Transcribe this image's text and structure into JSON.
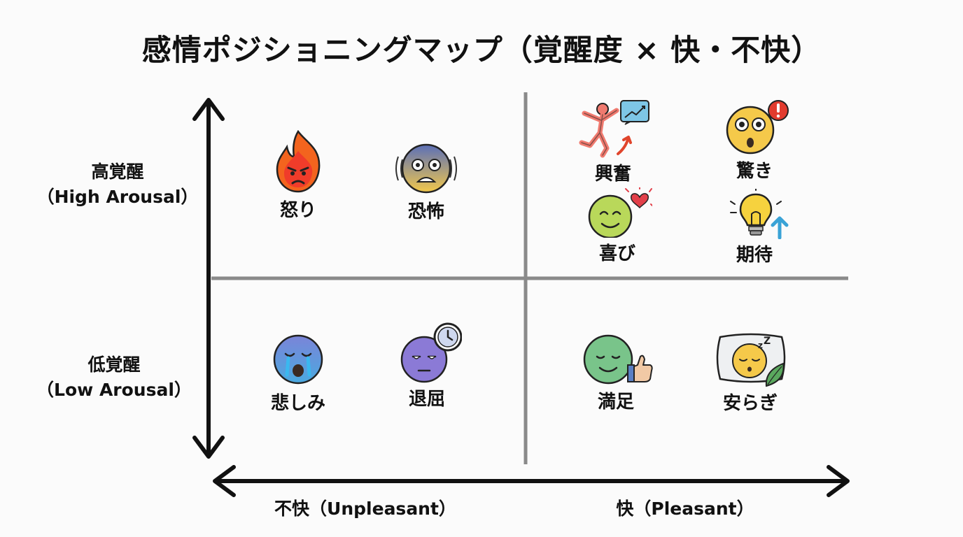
{
  "title": "感情ポジショニングマップ（覚醒度 × 快・不快）",
  "y_axis": {
    "high": {
      "line1": "高覚醒",
      "line2": "（High Arousal）"
    },
    "low": {
      "line1": "低覚醒",
      "line2": "（Low Arousal）"
    }
  },
  "x_axis": {
    "left": "不快（Unpleasant）",
    "right": "快（Pleasant）"
  },
  "emotions": {
    "anger": "怒り",
    "fear": "恐怖",
    "excitement": "興奮",
    "surprise": "驚き",
    "joy": "喜び",
    "anticipation": "期待",
    "sadness": "悲しみ",
    "boredom": "退屈",
    "satisfaction": "満足",
    "calm": "安らぎ"
  },
  "icons": {
    "anger": "angry-flame-face-icon",
    "fear": "scared-face-icon",
    "excitement": "jumping-person-icon",
    "surprise": "surprised-face-icon",
    "joy": "smiling-face-heart-icon",
    "anticipation": "lightbulb-arrow-icon",
    "sadness": "crying-face-icon",
    "boredom": "bored-face-clock-icon",
    "satisfaction": "content-face-thumbs-up-icon",
    "calm": "sleeping-face-pillow-icon"
  },
  "colors": {
    "axis": "#111111",
    "divider": "#8a8a8a"
  }
}
